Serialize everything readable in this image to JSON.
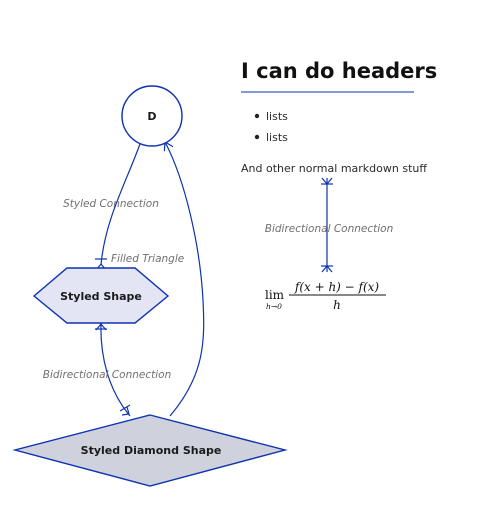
{
  "nodes": {
    "d": "D",
    "styled_shape": "Styled Shape",
    "diamond": "Styled Diamond Shape"
  },
  "edges": {
    "styled_connection": "Styled Connection",
    "filled_triangle": "Filled Triangle",
    "bidirectional_left": "Bidirectional Connection",
    "bidirectional_right": "Bidirectional Connection"
  },
  "markdown": {
    "header": "I can do headers",
    "list": [
      "lists",
      "lists"
    ],
    "paragraph": "And other normal markdown stuff"
  },
  "math": {
    "lim": "lim",
    "sub": "h→0",
    "numerator": "f(x + h) − f(x)",
    "denominator": "h"
  },
  "colors": {
    "stroke": "#0d32b2",
    "node_fill": "#e3e5f4",
    "diamond_fill": "#cfd2dd"
  }
}
